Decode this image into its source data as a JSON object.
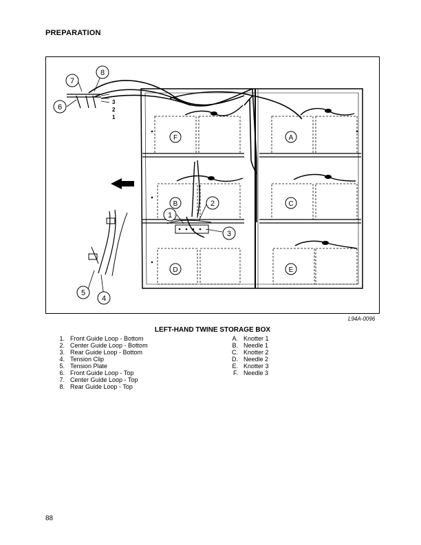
{
  "header": {
    "section": "PREPARATION"
  },
  "figure": {
    "code": "L94A-0096",
    "title": "LEFT-HAND TWINE STORAGE BOX",
    "callouts": {
      "numbers": [
        "1",
        "2",
        "3",
        "4",
        "5",
        "6",
        "7",
        "8"
      ],
      "letters": [
        "A",
        "B",
        "C",
        "D",
        "E",
        "F"
      ],
      "guide_positions": [
        "3",
        "2",
        "1"
      ]
    }
  },
  "legend": {
    "numbered": [
      {
        "key": "1.",
        "label": "Front Guide Loop - Bottom"
      },
      {
        "key": "2.",
        "label": "Center Guide Loop - Bottom"
      },
      {
        "key": "3.",
        "label": "Rear Guide Loop - Bottom"
      },
      {
        "key": "4.",
        "label": "Tension Clip"
      },
      {
        "key": "5.",
        "label": "Tension Plate"
      },
      {
        "key": "6.",
        "label": "Front Guide Loop - Top"
      },
      {
        "key": "7.",
        "label": "Center Guide Loop - Top"
      },
      {
        "key": "8.",
        "label": "Rear Guide Loop - Top"
      }
    ],
    "lettered": [
      {
        "key": "A.",
        "label": "Knotter 1"
      },
      {
        "key": "B.",
        "label": "Needle 1"
      },
      {
        "key": "C.",
        "label": "Knotter 2"
      },
      {
        "key": "D.",
        "label": "Needle 2"
      },
      {
        "key": "E.",
        "label": "Knotter 3"
      },
      {
        "key": "F.",
        "label": "Needle 3"
      }
    ]
  },
  "footer": {
    "page_number": "88"
  }
}
